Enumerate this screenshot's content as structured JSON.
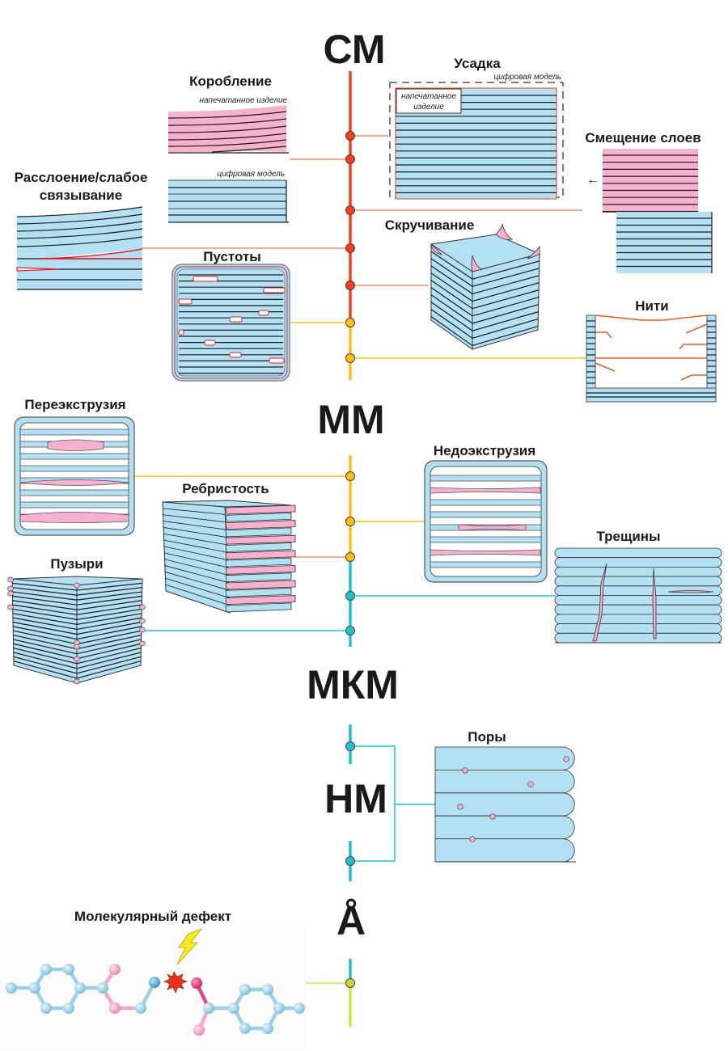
{
  "colors": {
    "cm": "#ee4023",
    "mm_yellow": "#f6c218",
    "cyan": "#1fc3d0",
    "angstrom_lime": "#d6e23a",
    "layer_blue": "#b3e0f2",
    "defect_pink": "#f6b1cf",
    "connector_salmon": "#f58b73"
  },
  "scales": {
    "cm": "СМ",
    "mm": "ММ",
    "um": "МКМ",
    "nm": "НМ",
    "angstrom": "Å"
  },
  "defects": {
    "warping": {
      "title": "Коробление",
      "printed_note": "напечатанное изделие",
      "model_note": "цифровая модель"
    },
    "shrinkage": {
      "title": "Усадка",
      "model_note": "цифровая модель",
      "printed_note_line1": "напечатанное",
      "printed_note_line2": "изделие"
    },
    "layer_shift": {
      "title": "Смещение слоев",
      "arrow": "←"
    },
    "delamination": {
      "title_line1": "Расслоение/слабое",
      "title_line2": "связывание"
    },
    "voids": {
      "title": "Пустоты"
    },
    "twisting": {
      "title": "Скручивание"
    },
    "stringing": {
      "title": "Нити"
    },
    "over_extrusion": {
      "title": "Переэкструзия"
    },
    "ribbing": {
      "title": "Ребристость"
    },
    "under_extrusion": {
      "title": "Недоэкструзия"
    },
    "cracks": {
      "title": "Трещины"
    },
    "bubbles": {
      "title": "Пузыри"
    },
    "pores": {
      "title": "Поры"
    },
    "molecular": {
      "title": "Молекулярный дефект"
    }
  }
}
